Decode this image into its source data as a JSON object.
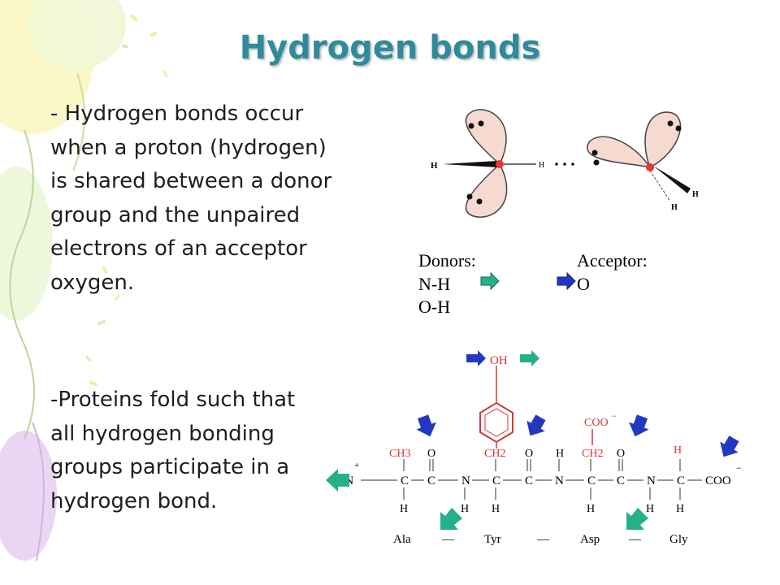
{
  "slide": {
    "title": "Hydrogen bonds",
    "paragraph_1": "- Hydrogen bonds occur when a proton (hydrogen) is shared between a donor group and the unpaired electrons of an acceptor oxygen.",
    "paragraph_2": "-Proteins fold such that all hydrogen bonding groups participate in a hydrogen bond.",
    "colors": {
      "title": "#2f8a99",
      "lobe_fill": "#f6d9cf",
      "oxygen_dot": "#e23b2e",
      "donor_arrow": "#24b089",
      "acceptor_arrow": "#2238c0",
      "side_chain_text": "#d0383a"
    }
  },
  "orbital_diagram": {
    "left_h": "H",
    "right_h_top": "H",
    "right_h_bottom": "H",
    "bond_h": "H"
  },
  "legend": {
    "donors_label": "Donors:",
    "acceptor_label": "Acceptor:",
    "donor_1": "N-H",
    "donor_2": "O-H",
    "acceptor_1": "O"
  },
  "peptide": {
    "oh": "OH",
    "h3n": "H3N",
    "plus": "+",
    "ch3": "CH3",
    "ch2_tyr": "CH2",
    "ch2_asp": "CH2",
    "coo_side": "COO",
    "coo_end": "COO",
    "minus": "−",
    "o": "O",
    "c": "C",
    "n": "N",
    "h": "H",
    "residues": [
      "Ala",
      "Tyr",
      "Asp",
      "Gly"
    ],
    "dash": "—"
  }
}
